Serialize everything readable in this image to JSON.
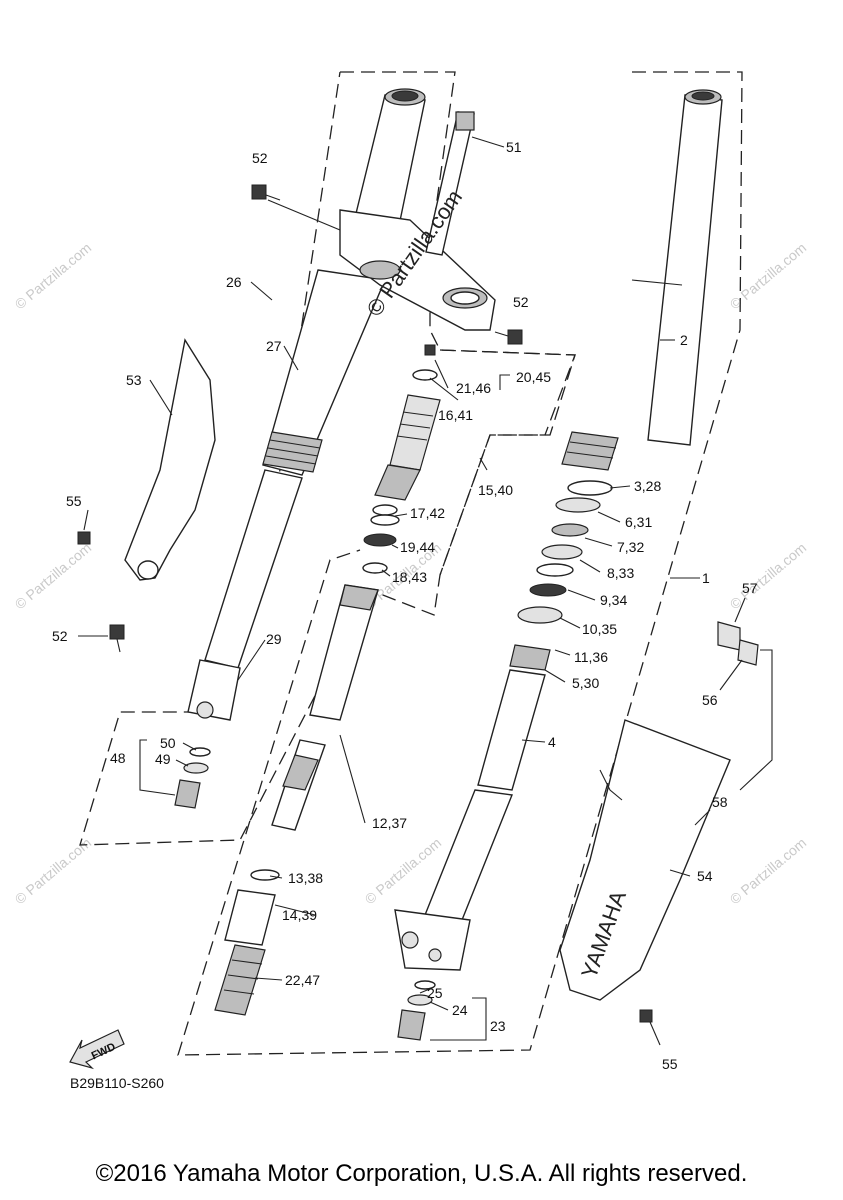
{
  "diagram": {
    "part_labels": [
      "52",
      "51",
      "26",
      "27",
      "53",
      "55",
      "52",
      "29",
      "50",
      "49",
      "48",
      "21,46",
      "20,45",
      "16,41",
      "15,40",
      "17,42",
      "19,44",
      "18,43",
      "12,37",
      "13,38",
      "14,39",
      "22,47",
      "2",
      "3,28",
      "6,31",
      "7,32",
      "8,33",
      "1",
      "9,34",
      "10,35",
      "11,36",
      "5,30",
      "4",
      "57",
      "56",
      "58",
      "54",
      "25",
      "24",
      "23",
      "55",
      "52"
    ],
    "diagram_code": "B29B110-S260",
    "fwd_label": "FWD",
    "brand_marking": "YAMAHA",
    "watermark_main": "© Partzilla.com",
    "watermark_faint": "© Partzilla.com"
  },
  "footer": {
    "copyright": "©2016 Yamaha Motor Corporation, U.S.A. All rights reserved."
  }
}
